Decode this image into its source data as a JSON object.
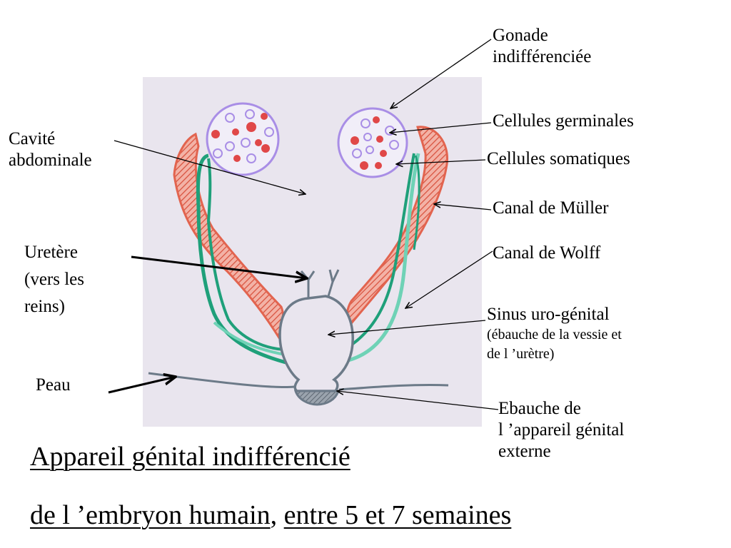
{
  "labels": {
    "gonade_line1": "Gonade",
    "gonade_line2": "indifférenciée",
    "cellules_germinales": "Cellules germinales",
    "cellules_somatiques": "Cellules somatiques",
    "canal_muller": "Canal de Müller",
    "canal_wolff": "Canal de Wolff",
    "sinus_line1": "Sinus uro-génital",
    "sinus_line2": "(ébauche de la vessie et",
    "sinus_line3": "de l ’urètre)",
    "ebauche_line1": "Ebauche de",
    "ebauche_line2": "l ’appareil génital",
    "ebauche_line3": "externe",
    "cavite_line1": "Cavité",
    "cavite_line2": "abdominale",
    "uretere_line1": "Uretère",
    "uretere_line2": "(vers les",
    "uretere_line3": "reins)",
    "peau": "Peau"
  },
  "title": {
    "line1": "Appareil génital indifférencié",
    "line2_part1": "de l ’embryon humain",
    "line2_sep": ", ",
    "line2_part2": "entre 5 et 7 semaines"
  },
  "colors": {
    "paper": "#e9e5ee",
    "muller": "#e2644f",
    "wolff": "#1fa07a",
    "wolff_light": "#6fd2b6",
    "gonad": "#a98ee6",
    "germ_cell": "#e04848",
    "outline": "#6c7a88"
  }
}
